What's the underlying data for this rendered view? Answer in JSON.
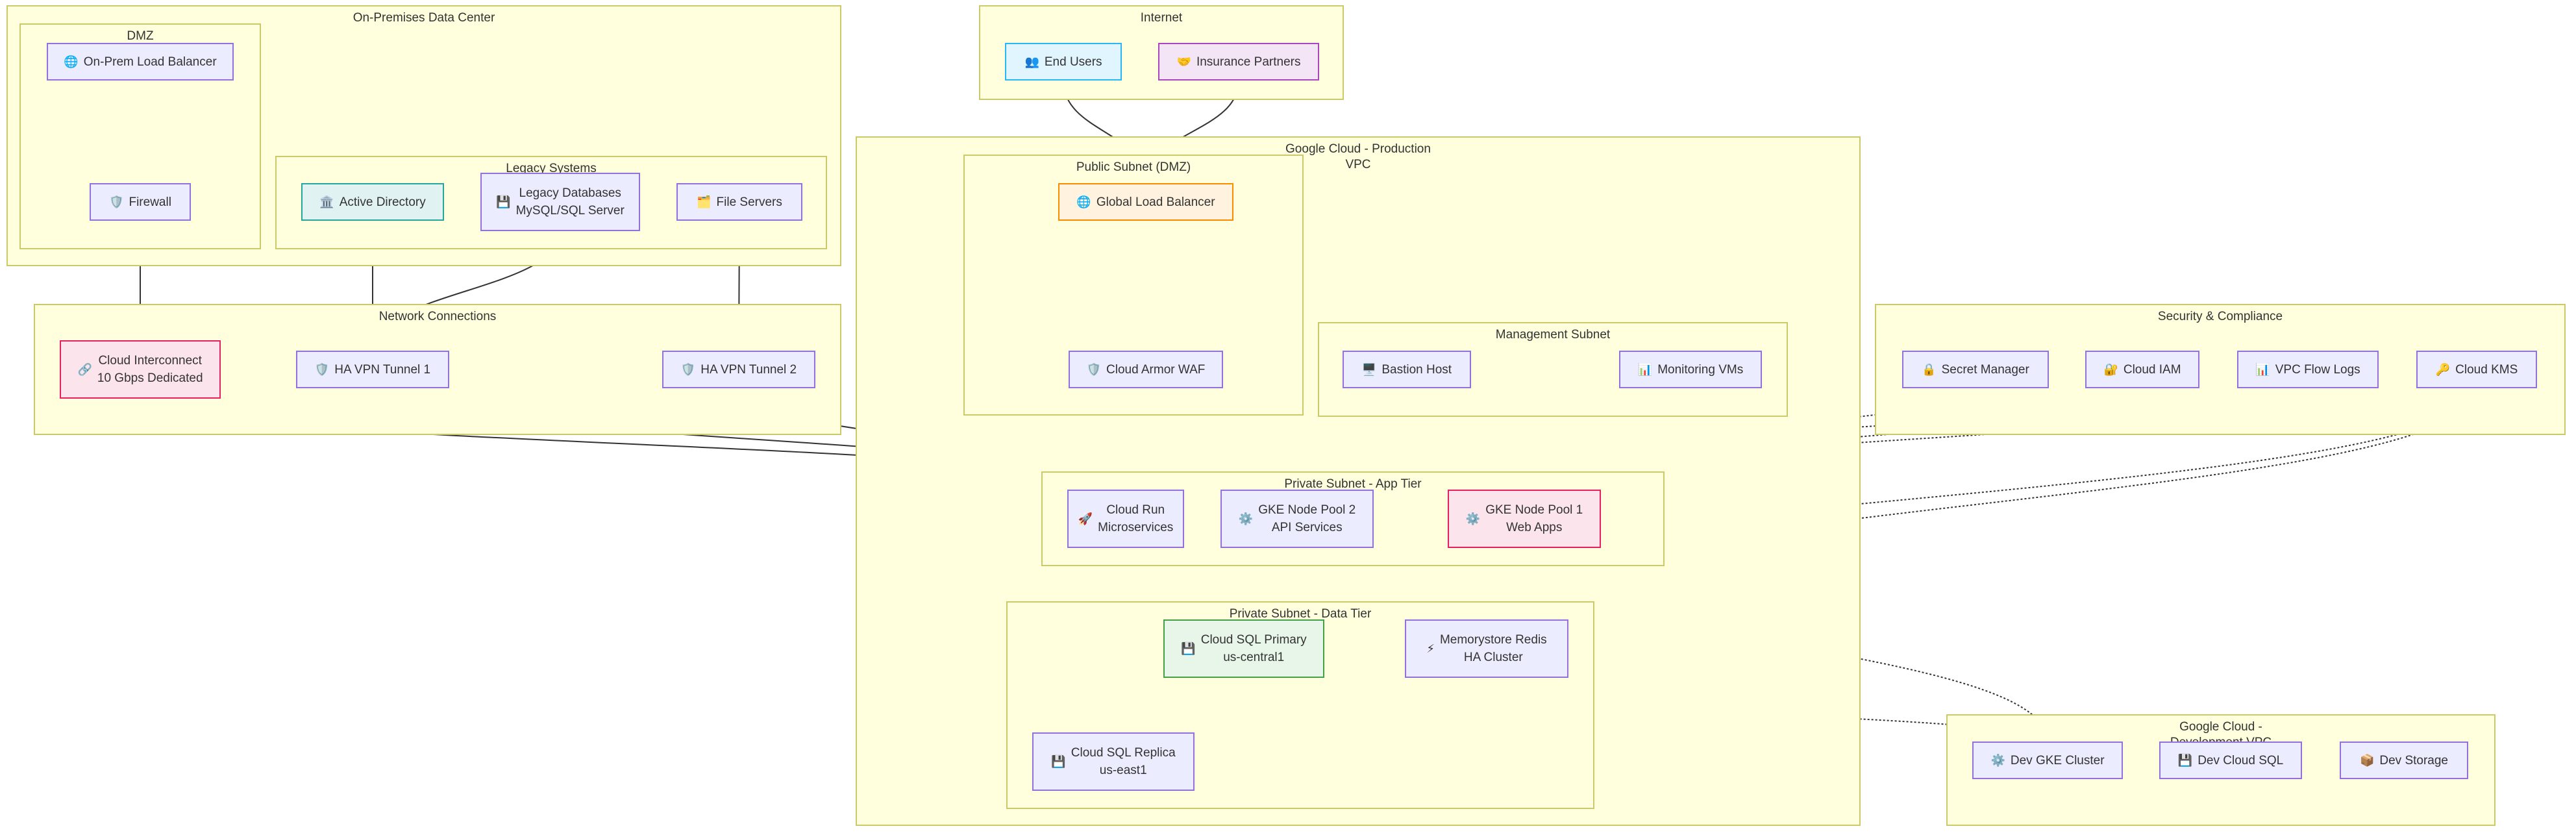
{
  "clusters": {
    "onprem": "On-Premises Data Center",
    "dmz": "DMZ",
    "legacy": "Legacy Systems",
    "internet": "Internet",
    "gcp_prod": "Google Cloud - Production\nVPC",
    "public_subnet": "Public Subnet (DMZ)",
    "mgmt_subnet": "Management Subnet",
    "app_tier": "Private Subnet - App Tier",
    "data_tier": "Private Subnet - Data Tier",
    "network": "Network Connections",
    "security": "Security & Compliance",
    "gcp_dev": "Google Cloud -\nDevelopment VPC"
  },
  "nodes": {
    "onprem_lb": {
      "icon": "🌐",
      "icon_name": "globe-icon",
      "label": "On-Prem Load Balancer"
    },
    "firewall": {
      "icon": "🛡️",
      "icon_name": "shield-icon",
      "label": "Firewall"
    },
    "active_directory": {
      "icon": "🏛️",
      "icon_name": "classical-building-icon",
      "label": "Active Directory"
    },
    "legacy_db": {
      "icon": "💾",
      "icon_name": "floppy-disk-icon",
      "label": "Legacy Databases\nMySQL/SQL Server"
    },
    "file_servers": {
      "icon": "🗂️",
      "icon_name": "card-index-dividers-icon",
      "label": "File Servers"
    },
    "end_users": {
      "icon": "👥",
      "icon_name": "users-icon",
      "label": "End Users"
    },
    "insurance_partners": {
      "icon": "🤝",
      "icon_name": "handshake-icon",
      "label": "Insurance Partners"
    },
    "global_lb": {
      "icon": "🌐",
      "icon_name": "globe-icon",
      "label": "Global Load Balancer"
    },
    "cloud_armor": {
      "icon": "🛡️",
      "icon_name": "shield-icon",
      "label": "Cloud Armor WAF"
    },
    "bastion": {
      "icon": "🖥️",
      "icon_name": "desktop-computer-icon",
      "label": "Bastion Host"
    },
    "monitoring_vms": {
      "icon": "📊",
      "icon_name": "bar-chart-icon",
      "label": "Monitoring VMs"
    },
    "cloud_run": {
      "icon": "🚀",
      "icon_name": "rocket-icon",
      "label": "Cloud Run\nMicroservices"
    },
    "gke_pool2": {
      "icon": "⚙️",
      "icon_name": "gear-icon",
      "label": "GKE Node Pool 2\nAPI Services"
    },
    "gke_pool1": {
      "icon": "⚙️",
      "icon_name": "gear-icon",
      "label": "GKE Node Pool 1\nWeb Apps"
    },
    "cloud_sql_primary": {
      "icon": "💾",
      "icon_name": "floppy-disk-icon",
      "label": "Cloud SQL Primary\nus-central1"
    },
    "memorystore": {
      "icon": "⚡",
      "icon_name": "lightning-icon",
      "label": "Memorystore Redis\nHA Cluster"
    },
    "cloud_sql_replica": {
      "icon": "💾",
      "icon_name": "floppy-disk-icon",
      "label": "Cloud SQL Replica\nus-east1"
    },
    "cloud_interconnect": {
      "icon": "🔗",
      "icon_name": "link-icon",
      "label": "Cloud Interconnect\n10 Gbps Dedicated"
    },
    "vpn1": {
      "icon": "🛡️",
      "icon_name": "shield-icon",
      "label": "HA VPN Tunnel 1"
    },
    "vpn2": {
      "icon": "🛡️",
      "icon_name": "shield-icon",
      "label": "HA VPN Tunnel 2"
    },
    "secret_manager": {
      "icon": "🔒",
      "icon_name": "lock-icon",
      "label": "Secret Manager"
    },
    "cloud_iam": {
      "icon": "🔐",
      "icon_name": "locked-with-key-icon",
      "label": "Cloud IAM"
    },
    "vpc_flow_logs": {
      "icon": "📊",
      "icon_name": "bar-chart-icon",
      "label": "VPC Flow Logs"
    },
    "cloud_kms": {
      "icon": "🔑",
      "icon_name": "key-icon",
      "label": "Cloud KMS"
    },
    "dev_gke": {
      "icon": "⚙️",
      "icon_name": "gear-icon",
      "label": "Dev GKE Cluster"
    },
    "dev_sql": {
      "icon": "💾",
      "icon_name": "floppy-disk-icon",
      "label": "Dev Cloud SQL"
    },
    "dev_storage": {
      "icon": "📦",
      "icon_name": "package-icon",
      "label": "Dev Storage"
    }
  },
  "edges": [
    {
      "from": "onprem_lb",
      "to": "firewall",
      "style": "solid"
    },
    {
      "from": "firewall",
      "to": "cloud_interconnect",
      "style": "solid"
    },
    {
      "from": "active_directory",
      "to": "vpn1",
      "style": "solid"
    },
    {
      "from": "legacy_db",
      "to": "vpn1",
      "style": "solid"
    },
    {
      "from": "file_servers",
      "to": "vpn2",
      "style": "solid"
    },
    {
      "from": "end_users",
      "to": "global_lb",
      "style": "solid"
    },
    {
      "from": "insurance_partners",
      "to": "global_lb",
      "style": "solid"
    },
    {
      "from": "global_lb",
      "to": "cloud_armor",
      "style": "solid"
    },
    {
      "from": "cloud_armor",
      "to": "cloud_run",
      "style": "solid"
    },
    {
      "from": "cloud_armor",
      "to": "gke_pool2",
      "style": "solid"
    },
    {
      "from": "cloud_armor",
      "to": "gke_pool1",
      "style": "solid"
    },
    {
      "from": "bastion",
      "to": "gke_pool2",
      "style": "solid"
    },
    {
      "from": "bastion",
      "to": "gke_pool1",
      "style": "solid"
    },
    {
      "from": "bastion",
      "to": "cloud_sql_primary",
      "style": "solid"
    },
    {
      "from": "cloud_interconnect",
      "to": "cloud_run",
      "style": "solid"
    },
    {
      "from": "vpn1",
      "to": "cloud_run",
      "style": "solid"
    },
    {
      "from": "vpn2",
      "to": "cloud_run",
      "style": "solid"
    },
    {
      "from": "cloud_run",
      "to": "cloud_sql_primary",
      "style": "solid"
    },
    {
      "from": "gke_pool2",
      "to": "cloud_sql_primary",
      "style": "solid"
    },
    {
      "from": "gke_pool2",
      "to": "memorystore",
      "style": "solid"
    },
    {
      "from": "gke_pool1",
      "to": "cloud_sql_primary",
      "style": "solid"
    },
    {
      "from": "gke_pool1",
      "to": "memorystore",
      "style": "solid"
    },
    {
      "from": "cloud_sql_primary",
      "to": "cloud_sql_replica",
      "style": "dotted"
    },
    {
      "from": "cloud_sql_primary",
      "to": "dev_gke",
      "style": "dotted"
    },
    {
      "from": "gke_pool1",
      "to": "dev_gke",
      "style": "dotted"
    },
    {
      "from": "secret_manager",
      "to": "cloud_run",
      "style": "dotted"
    },
    {
      "from": "cloud_iam",
      "to": "cloud_run",
      "style": "dotted"
    },
    {
      "from": "cloud_iam",
      "to": "gke_pool1",
      "style": "dotted"
    },
    {
      "from": "vpc_flow_logs",
      "to": "gke_pool1",
      "style": "dotted"
    },
    {
      "from": "cloud_kms",
      "to": "cloud_sql_primary",
      "style": "dotted"
    },
    {
      "from": "cloud_kms",
      "to": "memorystore",
      "style": "dotted"
    },
    {
      "from": "dev_gke",
      "to": "dev_sql",
      "style": "dotted"
    }
  ]
}
